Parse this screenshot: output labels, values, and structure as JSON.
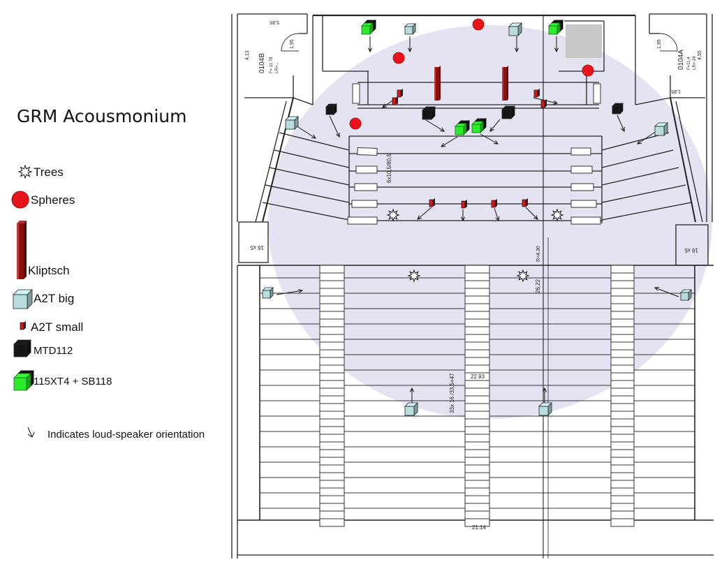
{
  "title": "GRM Acousmonium",
  "legend": {
    "trees": "Trees",
    "spheres": "Spheres",
    "kliptsch": "Kliptsch",
    "a2t_big": "A2T big",
    "a2t_small": "A2T small",
    "mtd112": "MTD112",
    "xt4": "115XT4 + SB118",
    "orientation": "Indicates loud-speaker orientation"
  },
  "plan_labels": {
    "room_left": "0104B",
    "room_left_sub": "F= 11,78",
    "room_left_sub2": "LR=...",
    "room_right": "0104A",
    "room_right_sub": "F=11,4",
    "room_right_sub2": "LR=.24",
    "dim_upper_rows": "6x10,5/80,5",
    "dim_side_left": "16 x5",
    "dim_side_right": "16 x5",
    "dim_center": "26,22",
    "dim_center_top": "R=4,30",
    "dim_lower_rows": "33x 16 /33,5+47",
    "dim_aisle": "22.93",
    "dim_bottom": "21.14",
    "dim_left_wall": "4,13",
    "dim_right_wall": "4,55",
    "dim_left_small": "1,95",
    "dim_right_small": "1,95",
    "dim_top_left": "5,85",
    "dim_top_right": "1,85"
  },
  "colors": {
    "sphere": "#e8141c",
    "kliptsch": "#8b1111",
    "a2t_big": "#b9dcdd",
    "a2t_small": "#d61818",
    "mtd112": "#151515",
    "xt4": "#2dea2d",
    "halo": "#e3e3f1",
    "line": "#222222",
    "gray_block": "#c8c8c8"
  }
}
